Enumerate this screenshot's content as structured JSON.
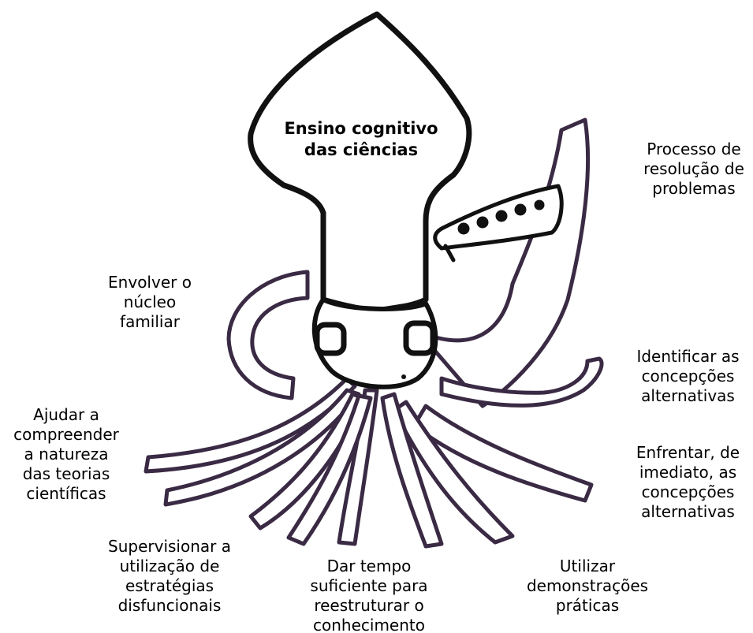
{
  "diagram": {
    "center_title": [
      "Ensino cognitivo",
      "das ciências"
    ],
    "labels": {
      "problem_solving": [
        "Processo de",
        "resolução de",
        "problemas"
      ],
      "family": [
        "Envolver o",
        "núcleo",
        "familiar"
      ],
      "identify_conceptions": [
        "Identificar as",
        "concepções",
        "alternativas"
      ],
      "nature_of_theories": [
        "Ajudar a",
        "compreender",
        "a natureza",
        "das teorias",
        "científicas"
      ],
      "confront_conceptions": [
        "Enfrentar, de",
        "imediato, as",
        "concepções",
        "alternativas"
      ],
      "supervise_strategies": [
        "Supervisionar a",
        "utilização de",
        "estratégias",
        "disfuncionais"
      ],
      "give_time": [
        "Dar tempo",
        "suficiente para",
        "reestruturar o",
        "conhecimento"
      ],
      "demonstrations": [
        "Utilizar",
        "demonstrações",
        "práticas"
      ]
    },
    "colors": {
      "outline": "#111111",
      "tentacle": "#3a2a44",
      "tentacle_fill": "#ffffff"
    }
  }
}
